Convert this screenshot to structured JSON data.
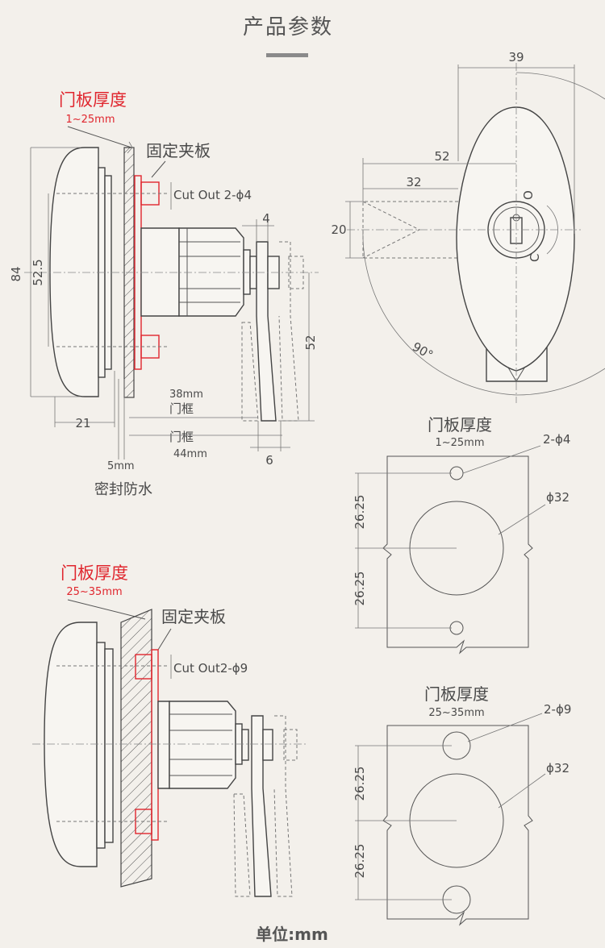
{
  "title": "产品参数",
  "unit_label": "单位:mm",
  "colors": {
    "accent_red": "#e0262e",
    "line": "#444444",
    "background": "#f3f0eb"
  },
  "side_view_top": {
    "panel_thickness_label": "门板厚度",
    "panel_thickness_range": "1~25mm",
    "clamp_label": "固定夹板",
    "cutout_label": "Cut Out 2-ϕ4",
    "dim_84": "84",
    "dim_52_5": "52.5",
    "dim_21": "21",
    "dim_4": "4",
    "dim_52": "52",
    "dim_6": "6",
    "door_frame_38": "38mm",
    "door_frame_label": "门框",
    "door_frame_44_label": "门框",
    "door_frame_44": "44mm",
    "gasket_5mm": "5mm",
    "gasket_label": "密封防水"
  },
  "front_view": {
    "dim_39": "39",
    "dim_52": "52",
    "dim_32": "32",
    "dim_20": "20",
    "angle_90": "90°",
    "open_mark": "O",
    "close_mark": "C"
  },
  "cutout_top": {
    "panel_thickness_label": "门板厚度",
    "panel_thickness_range": "1~25mm",
    "hole_label": "2-ϕ4",
    "center_hole_label": "ϕ32",
    "dim_upper": "26.25",
    "dim_lower": "26.25"
  },
  "side_view_bottom": {
    "panel_thickness_label": "门板厚度",
    "panel_thickness_range": "25~35mm",
    "clamp_label": "固定夹板",
    "cutout_label": "Cut Out2-ϕ9"
  },
  "cutout_bottom": {
    "panel_thickness_label": "门板厚度",
    "panel_thickness_range": "25~35mm",
    "hole_label": "2-ϕ9",
    "center_hole_label": "ϕ32",
    "dim_upper": "26.25",
    "dim_lower": "26.25"
  }
}
